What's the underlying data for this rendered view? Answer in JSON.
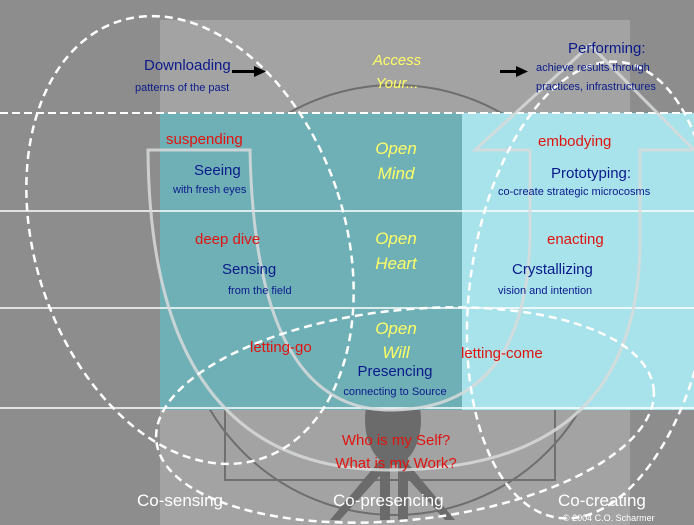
{
  "top": {
    "downloading": {
      "title": "Downloading",
      "sub": "patterns of the past"
    },
    "access": {
      "line1": "Access",
      "line2": "Your..."
    },
    "performing": {
      "title": "Performing:",
      "sub1": "achieve results through",
      "sub2": "practices, infrastructures"
    }
  },
  "left": {
    "suspending": "suspending",
    "seeing": {
      "title": "Seeing",
      "sub": "with fresh eyes"
    },
    "deep_dive": "deep dive",
    "sensing": {
      "title": "Sensing",
      "sub": "from the field"
    },
    "letting_go": "letting-go"
  },
  "center": {
    "open_mind": {
      "line1": "Open",
      "line2": "Mind"
    },
    "open_heart": {
      "line1": "Open",
      "line2": "Heart"
    },
    "open_will": {
      "line1": "Open",
      "line2": "Will"
    },
    "presencing": {
      "title": "Presencing",
      "sub": "connecting to Source"
    },
    "questions": {
      "q1": "Who is my Self?",
      "q2": "What is my Work?"
    }
  },
  "right": {
    "embodying": "embodying",
    "prototyping": {
      "title": "Prototyping:",
      "sub": "co-create strategic microcosms"
    },
    "enacting": "enacting",
    "crystallizing": {
      "title": "Crystallizing",
      "sub": "vision and intention"
    },
    "letting_come": "letting-come"
  },
  "bottom": {
    "co_sensing": "Co-sensing",
    "co_presencing": "Co-presencing",
    "co_creating": "Co-creating",
    "copyright": "© 2004 C.O. Scharmer"
  },
  "colors": {
    "teal_left": "#6fb0b6",
    "teal_right": "#a8e2ea",
    "navy_text": "#0a1a8c",
    "red_text": "#e0140f",
    "yellow_text": "#ffff66"
  }
}
